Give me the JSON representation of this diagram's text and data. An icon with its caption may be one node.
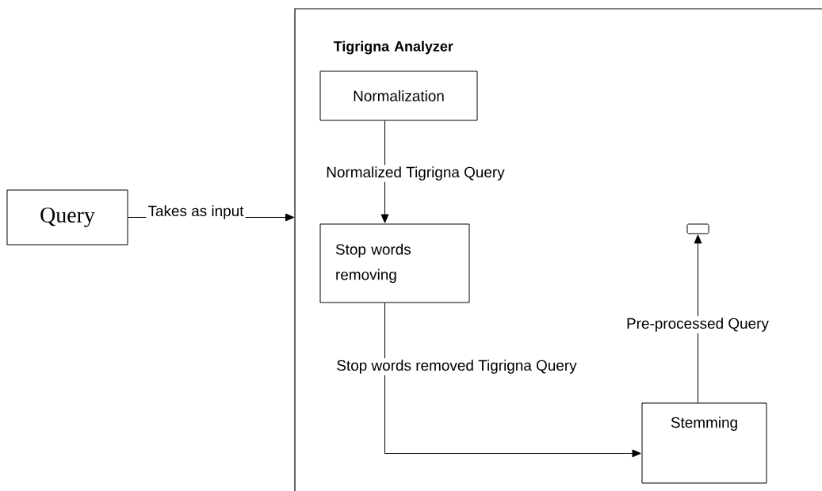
{
  "diagram": {
    "nodes": [
      {
        "text": [
          "Query"
        ]
      },
      {
        "text": [
          "Tigrigna Analyzer"
        ]
      },
      {
        "text": [
          "Normalization"
        ],
        "in": 1
      },
      {
        "text": [
          "Stop words removing"
        ],
        "in": 1
      },
      {
        "text": [
          "Stemming"
        ],
        "in": 1
      },
      {
        "text": [],
        "shape": "box",
        "in": 1
      }
    ],
    "edges": [
      {
        "from": 0,
        "to": 1,
        "arrow": "to",
        "label": "Takes as input"
      },
      {
        "from": 2,
        "to": 3,
        "arrow": "to",
        "label": "Normalized Tigrigna Query"
      },
      {
        "from": 3,
        "to": 4,
        "arrow": "to",
        "label": "Stop words removed Tigrigna Query"
      },
      {
        "from": 4,
        "to": 5,
        "arrow": "to",
        "label": "Pre-processed Query"
      }
    ]
  }
}
